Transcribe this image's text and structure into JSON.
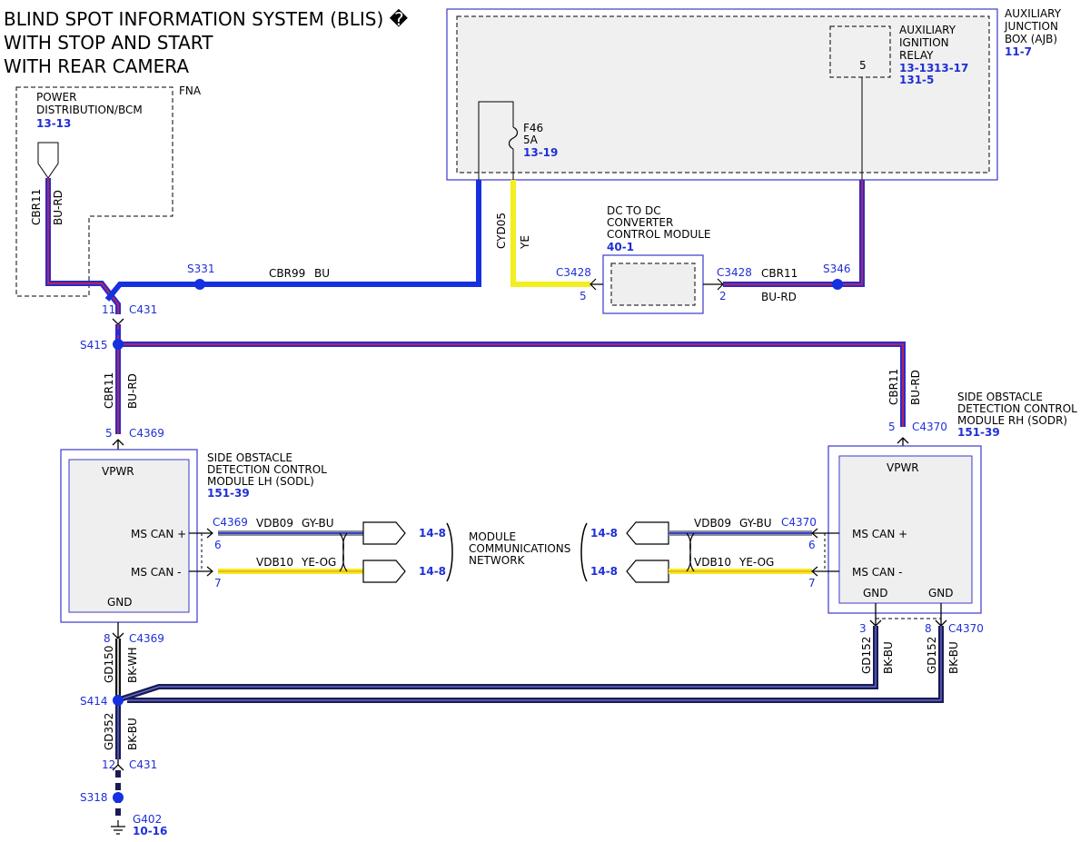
{
  "title": {
    "line1": "BLIND SPOT INFORMATION SYSTEM (BLIS) �",
    "line2": "WITH STOP AND START",
    "line3": "WITH REAR CAMERA"
  },
  "colors": {
    "bu": "#1530e0",
    "bu_rd": "#2a2ad0",
    "rd_stripe": "#e0242a",
    "ye": "#f2ee20",
    "og_stripe": "#e89a20",
    "gy": "#8a8a9a",
    "bk": "#1a1a55",
    "link": "#1f2fd6"
  },
  "power_dist": {
    "label1": "POWER",
    "label2": "DISTRIBUTION/BCM",
    "ref": "13-13",
    "fna": "FNA",
    "circuit": "CBR11",
    "color": "BU-RD"
  },
  "ajb": {
    "label1": "AUXILIARY",
    "label2": "JUNCTION",
    "label3": "BOX (AJB)",
    "ref": "11-7",
    "relay_label1": "AUXILIARY",
    "relay_label2": "IGNITION",
    "relay_label3": "RELAY",
    "relay_ref1": "13-13",
    "relay_ref2": "13-17",
    "relay_ref3": "131-5",
    "relay_pin": "5",
    "fuse_name": "F46",
    "fuse_rating": "5A",
    "fuse_ref": "13-19"
  },
  "dcdc": {
    "label1": "DC TO DC",
    "label2": "CONVERTER",
    "label3": "CONTROL MODULE",
    "ref": "40-1",
    "left_conn": "C3428",
    "left_pin": "5",
    "right_conn": "C3428",
    "right_pin": "2"
  },
  "wires": {
    "cyd05": "CYD05",
    "ye": "YE",
    "cbr99": "CBR99",
    "bu": "BU",
    "cbr11_top": "CBR11",
    "bu_rd_top": "BU-RD",
    "cbr11_left": "CBR11",
    "bu_rd_left": "BU-RD",
    "cbr11_right": "CBR11",
    "bu_rd_right": "BU-RD",
    "gd150": "GD150",
    "bk_wh": "BK-WH",
    "gd352": "GD352",
    "bk_bu": "BK-BU",
    "gd152_a": "GD152",
    "bk_bu_a": "BK-BU",
    "gd152_b": "GD152",
    "bk_bu_b": "BK-BU"
  },
  "splices": {
    "s331": "S331",
    "s346": "S346",
    "s415": "S415",
    "s414": "S414",
    "s318": "S318"
  },
  "connectors": {
    "c431_top": "C431",
    "c431_top_pin": "11",
    "c4369_top": "C4369",
    "c4369_top_pin": "5",
    "c4370_top": "C4370",
    "c4370_top_pin": "5",
    "c4369_can": "C4369",
    "c4369_can_pin_hi": "6",
    "c4369_can_pin_lo": "7",
    "c4370_can": "C4370",
    "c4370_can_pin_hi": "6",
    "c4370_can_pin_lo": "7",
    "c4369_gnd": "C4369",
    "c4369_gnd_pin": "8",
    "c4370_gnd": "C4370",
    "c4370_gnd_pin_a": "3",
    "c4370_gnd_pin_b": "8",
    "c431_bot": "C431",
    "c431_bot_pin": "12"
  },
  "sodl": {
    "label1": "SIDE OBSTACLE",
    "label2": "DETECTION CONTROL",
    "label3": "MODULE LH (SODL)",
    "ref": "151-39",
    "vpwr": "VPWR",
    "can_hi": "MS CAN +",
    "can_lo": "MS CAN -",
    "gnd": "GND"
  },
  "sodr": {
    "label1": "SIDE OBSTACLE",
    "label2": "DETECTION CONTROL",
    "label3": "MODULE RH (SODR)",
    "ref": "151-39",
    "vpwr": "VPWR",
    "can_hi": "MS CAN +",
    "can_lo": "MS CAN -",
    "gnd_a": "GND",
    "gnd_b": "GND"
  },
  "can": {
    "left_hi_circuit": "VDB09",
    "left_hi_color": "GY-BU",
    "left_lo_circuit": "VDB10",
    "left_lo_color": "YE-OG",
    "right_hi_circuit": "VDB09",
    "right_hi_color": "GY-BU",
    "right_lo_circuit": "VDB10",
    "right_lo_color": "YE-OG",
    "ref_lh_hi": "14-8",
    "ref_lh_lo": "14-8",
    "ref_rh_hi": "14-8",
    "ref_rh_lo": "14-8",
    "network1": "MODULE",
    "network2": "COMMUNICATIONS",
    "network3": "NETWORK"
  },
  "ground": {
    "name": "G402",
    "ref": "10-16"
  }
}
